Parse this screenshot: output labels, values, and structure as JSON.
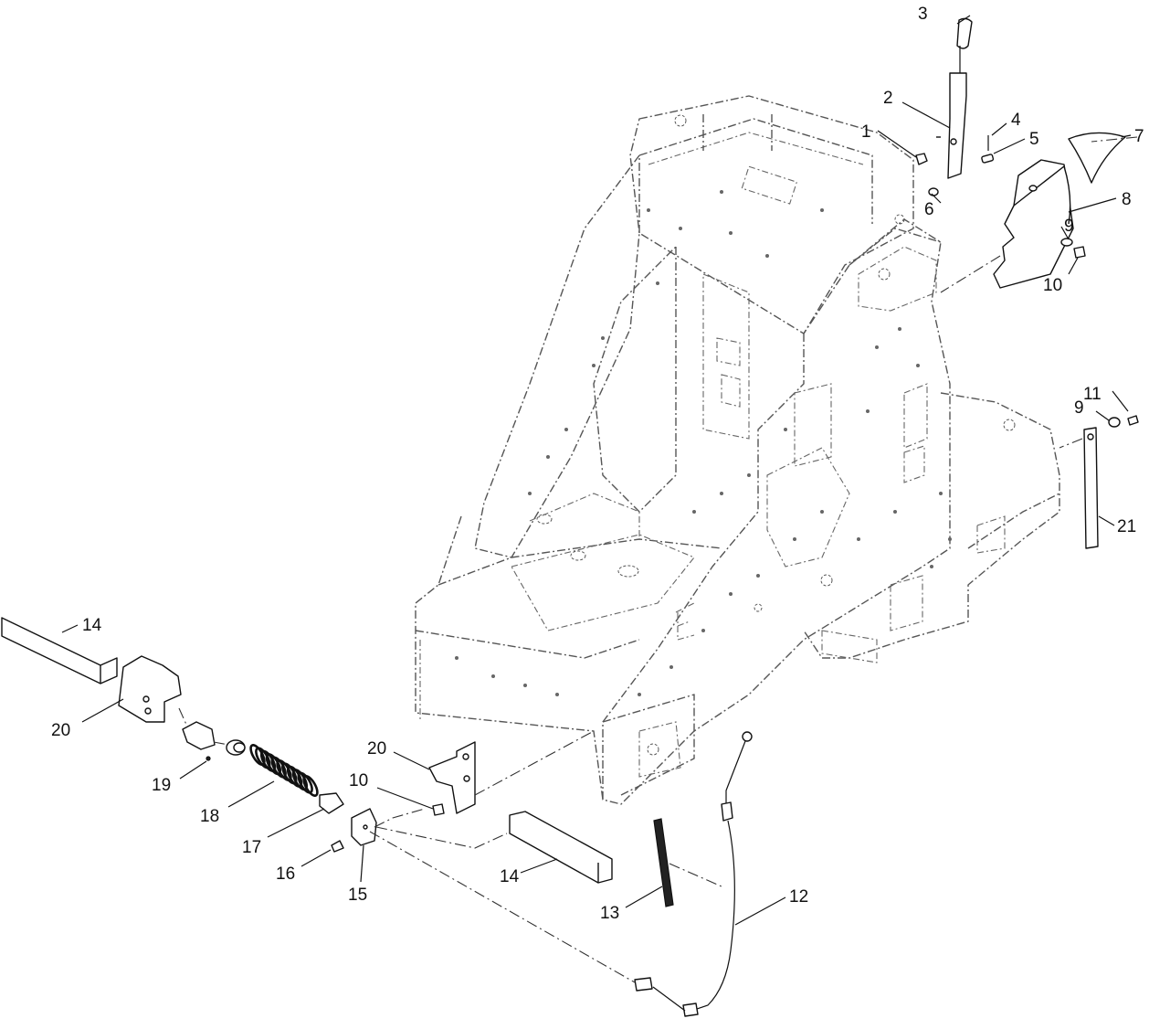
{
  "callouts": {
    "c1": "1",
    "c2": "2",
    "c3": "3",
    "c4": "4",
    "c5": "5",
    "c6": "6",
    "c7": "7",
    "c8": "8",
    "c9a": "9",
    "c10a": "10",
    "c11": "11",
    "c9b": "9",
    "c21": "21",
    "c14a": "14",
    "c20a": "20",
    "c19": "19",
    "c18": "18",
    "c17": "17",
    "c16": "16",
    "c15": "15",
    "c20b": "20",
    "c10b": "10",
    "c14b": "14",
    "c13": "13",
    "c12": "12"
  }
}
